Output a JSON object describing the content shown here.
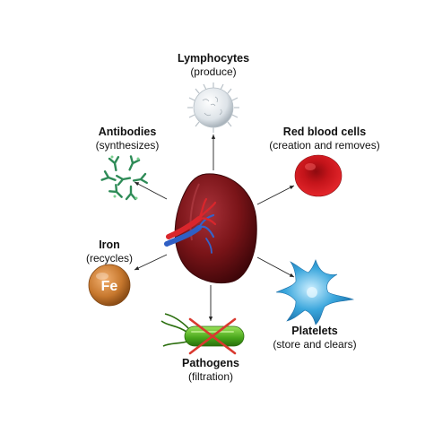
{
  "lymphocytes": {
    "title": "Lymphocytes",
    "sub": "(produce)"
  },
  "red_blood_cells": {
    "title": "Red blood cells",
    "sub": "(creation and removes)"
  },
  "antibodies": {
    "title": "Antibodies",
    "sub": "(synthesizes)"
  },
  "iron": {
    "title": "Iron",
    "sub": "(recycles)",
    "symbol": "Fe"
  },
  "platelets": {
    "title": "Platelets",
    "sub": "(store and clears)"
  },
  "pathogens": {
    "title": "Pathogens",
    "sub": "(filtration)"
  },
  "colors": {
    "spleen": "#7a1418",
    "rbc": "#d4161c",
    "platelet": "#3aa6dc",
    "iron": "#c7782e",
    "antibody": "#2e8b57",
    "pathogen": "#4caf20",
    "cross": "#d9392f",
    "lymphocyte": "#e6ebef"
  }
}
